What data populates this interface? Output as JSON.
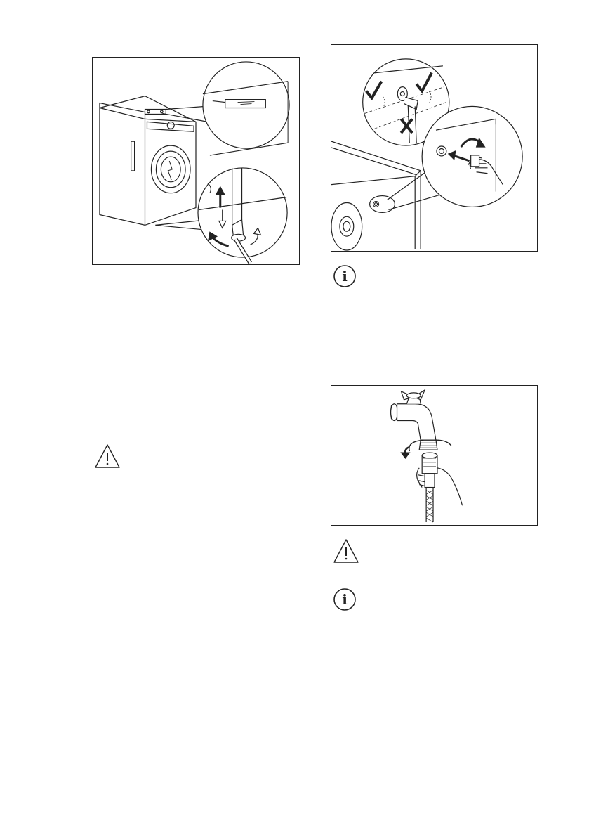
{
  "figures": [
    {
      "id": "level",
      "subject": "washing-machine-leveling"
    },
    {
      "id": "inlet",
      "subject": "inlet-hose-connection"
    },
    {
      "id": "tap",
      "subject": "tap-hose-connection"
    }
  ],
  "icons": {
    "warning": "warning-triangle-icon",
    "info": "info-circle-icon",
    "info_letter": "i"
  },
  "colors": {
    "line": "#222222",
    "background": "#ffffff"
  }
}
